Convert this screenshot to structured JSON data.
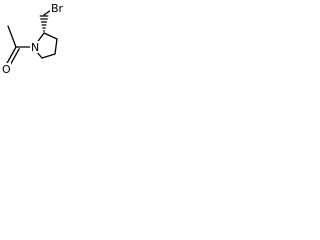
{
  "molecule": {
    "atoms": {
      "oxygen": "O",
      "nitrogen": "N",
      "bromine": "Br"
    },
    "colors": {
      "bond": "#000000",
      "label": "#000000",
      "background": "#ffffff"
    }
  }
}
